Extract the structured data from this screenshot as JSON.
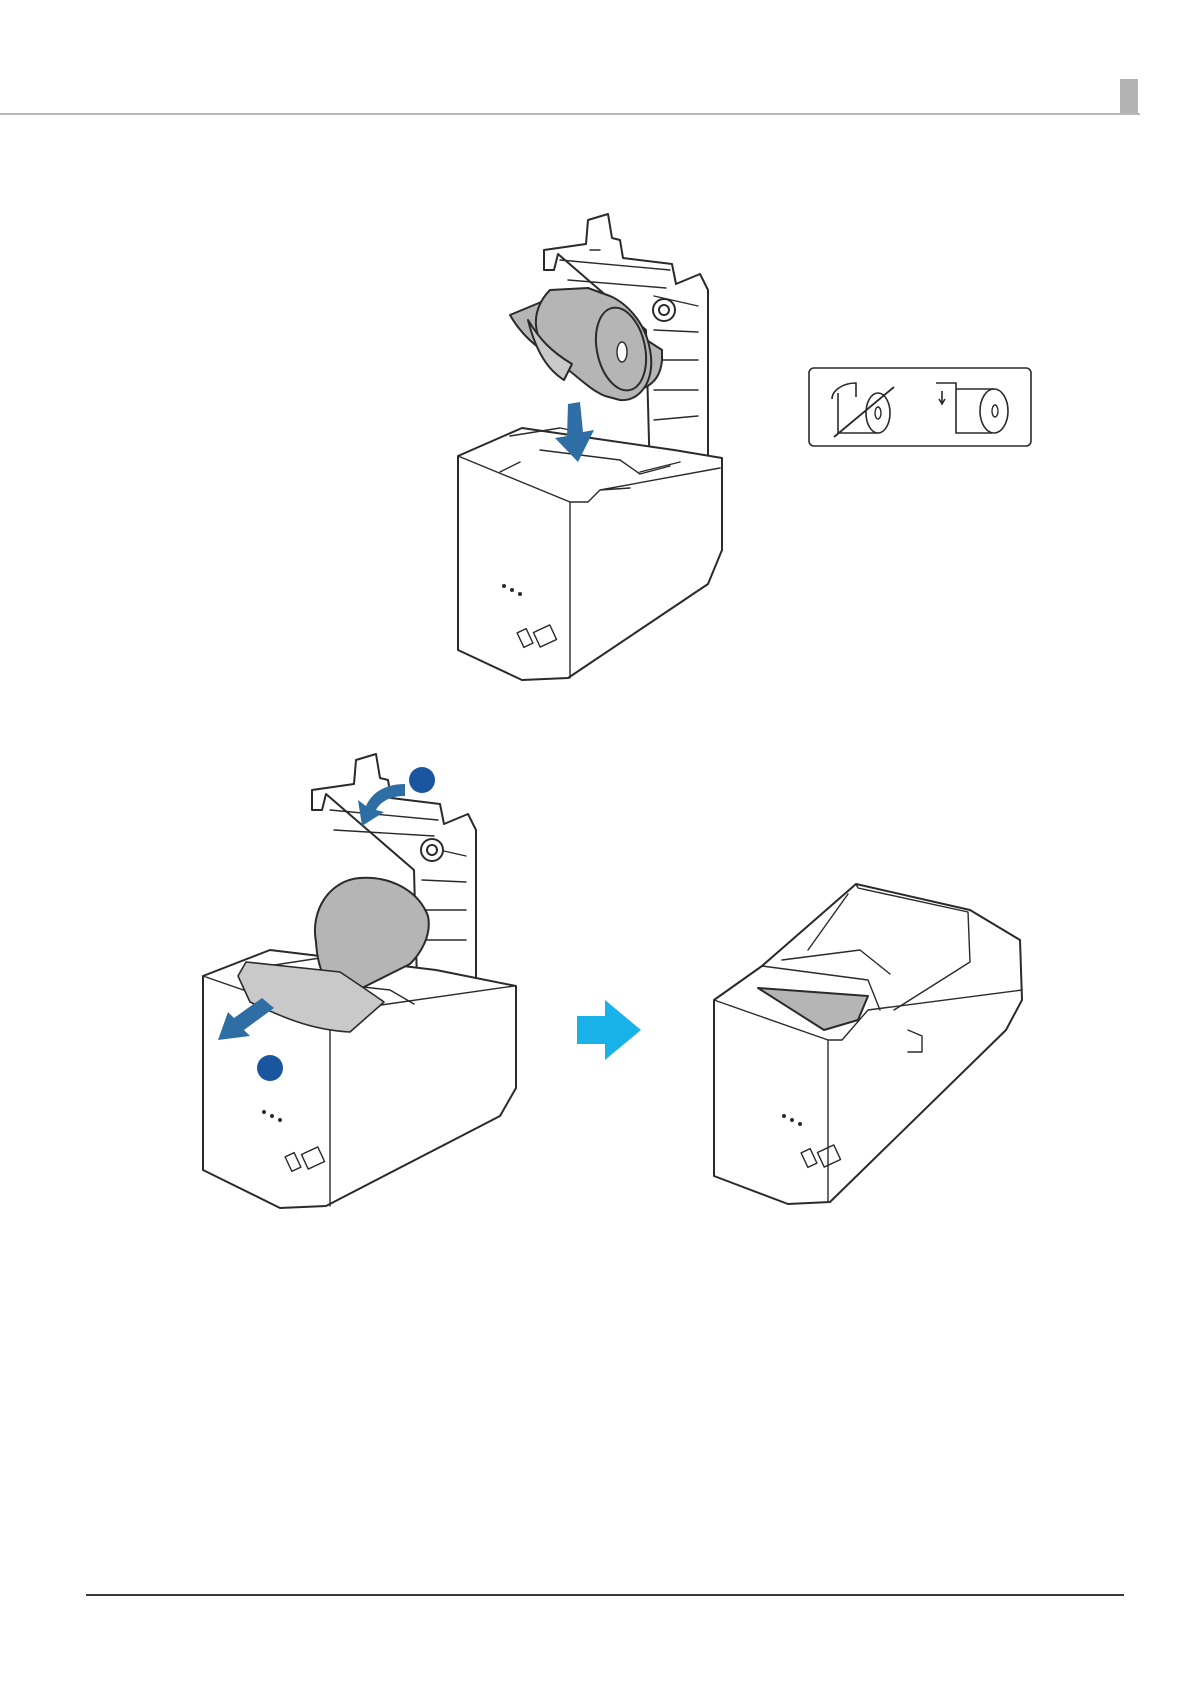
{
  "colors": {
    "header_rule": "#b8b8b8",
    "page_tab": "#b3b3b3",
    "footer_rule": "#3a3a3a",
    "instruction_arrow": "#2f6ea5",
    "step_badge": "#1a56a0",
    "transition_arrow": "#19b2e8",
    "paper_roll": "#b5b5b5"
  },
  "figures": [
    {
      "name": "insert-roll-paper",
      "icons": [
        "printer-open-cover-icon",
        "paper-roll-icon",
        "down-arrow-icon"
      ]
    },
    {
      "name": "roll-orientation-inset",
      "icons": [
        "roll-wrong-orientation-icon",
        "roll-correct-orientation-icon"
      ]
    },
    {
      "name": "pull-paper-and-close-cover",
      "icons": [
        "pull-out-arrow-icon",
        "close-cover-arrow-icon",
        "step-badge-icon"
      ]
    },
    {
      "name": "next-step",
      "icons": [
        "right-arrow-icon"
      ]
    },
    {
      "name": "printer-closed",
      "icons": [
        "printer-closed-cover-icon"
      ]
    }
  ]
}
